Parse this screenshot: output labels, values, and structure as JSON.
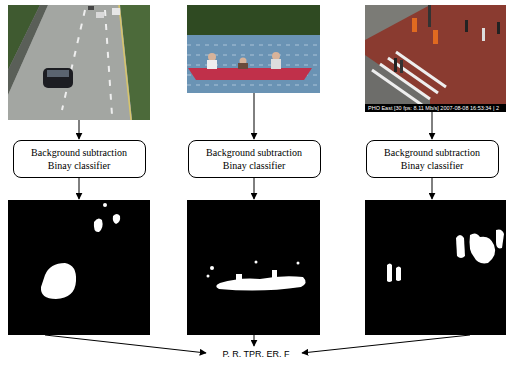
{
  "diagram": {
    "nodes": [
      {
        "text": [
          "Background subtraction Binay classifier"
        ]
      },
      {
        "text": [
          "Background subtraction Binay classifier"
        ]
      },
      {
        "text": [
          "Background subtraction Binay classifier"
        ]
      }
    ],
    "labels": [
      "P. R. TPR. ER. F",
      "PHO East [30 fps: 8.11 Mb/s] 2007-08-08 16:53:34 | 2"
    ]
  }
}
